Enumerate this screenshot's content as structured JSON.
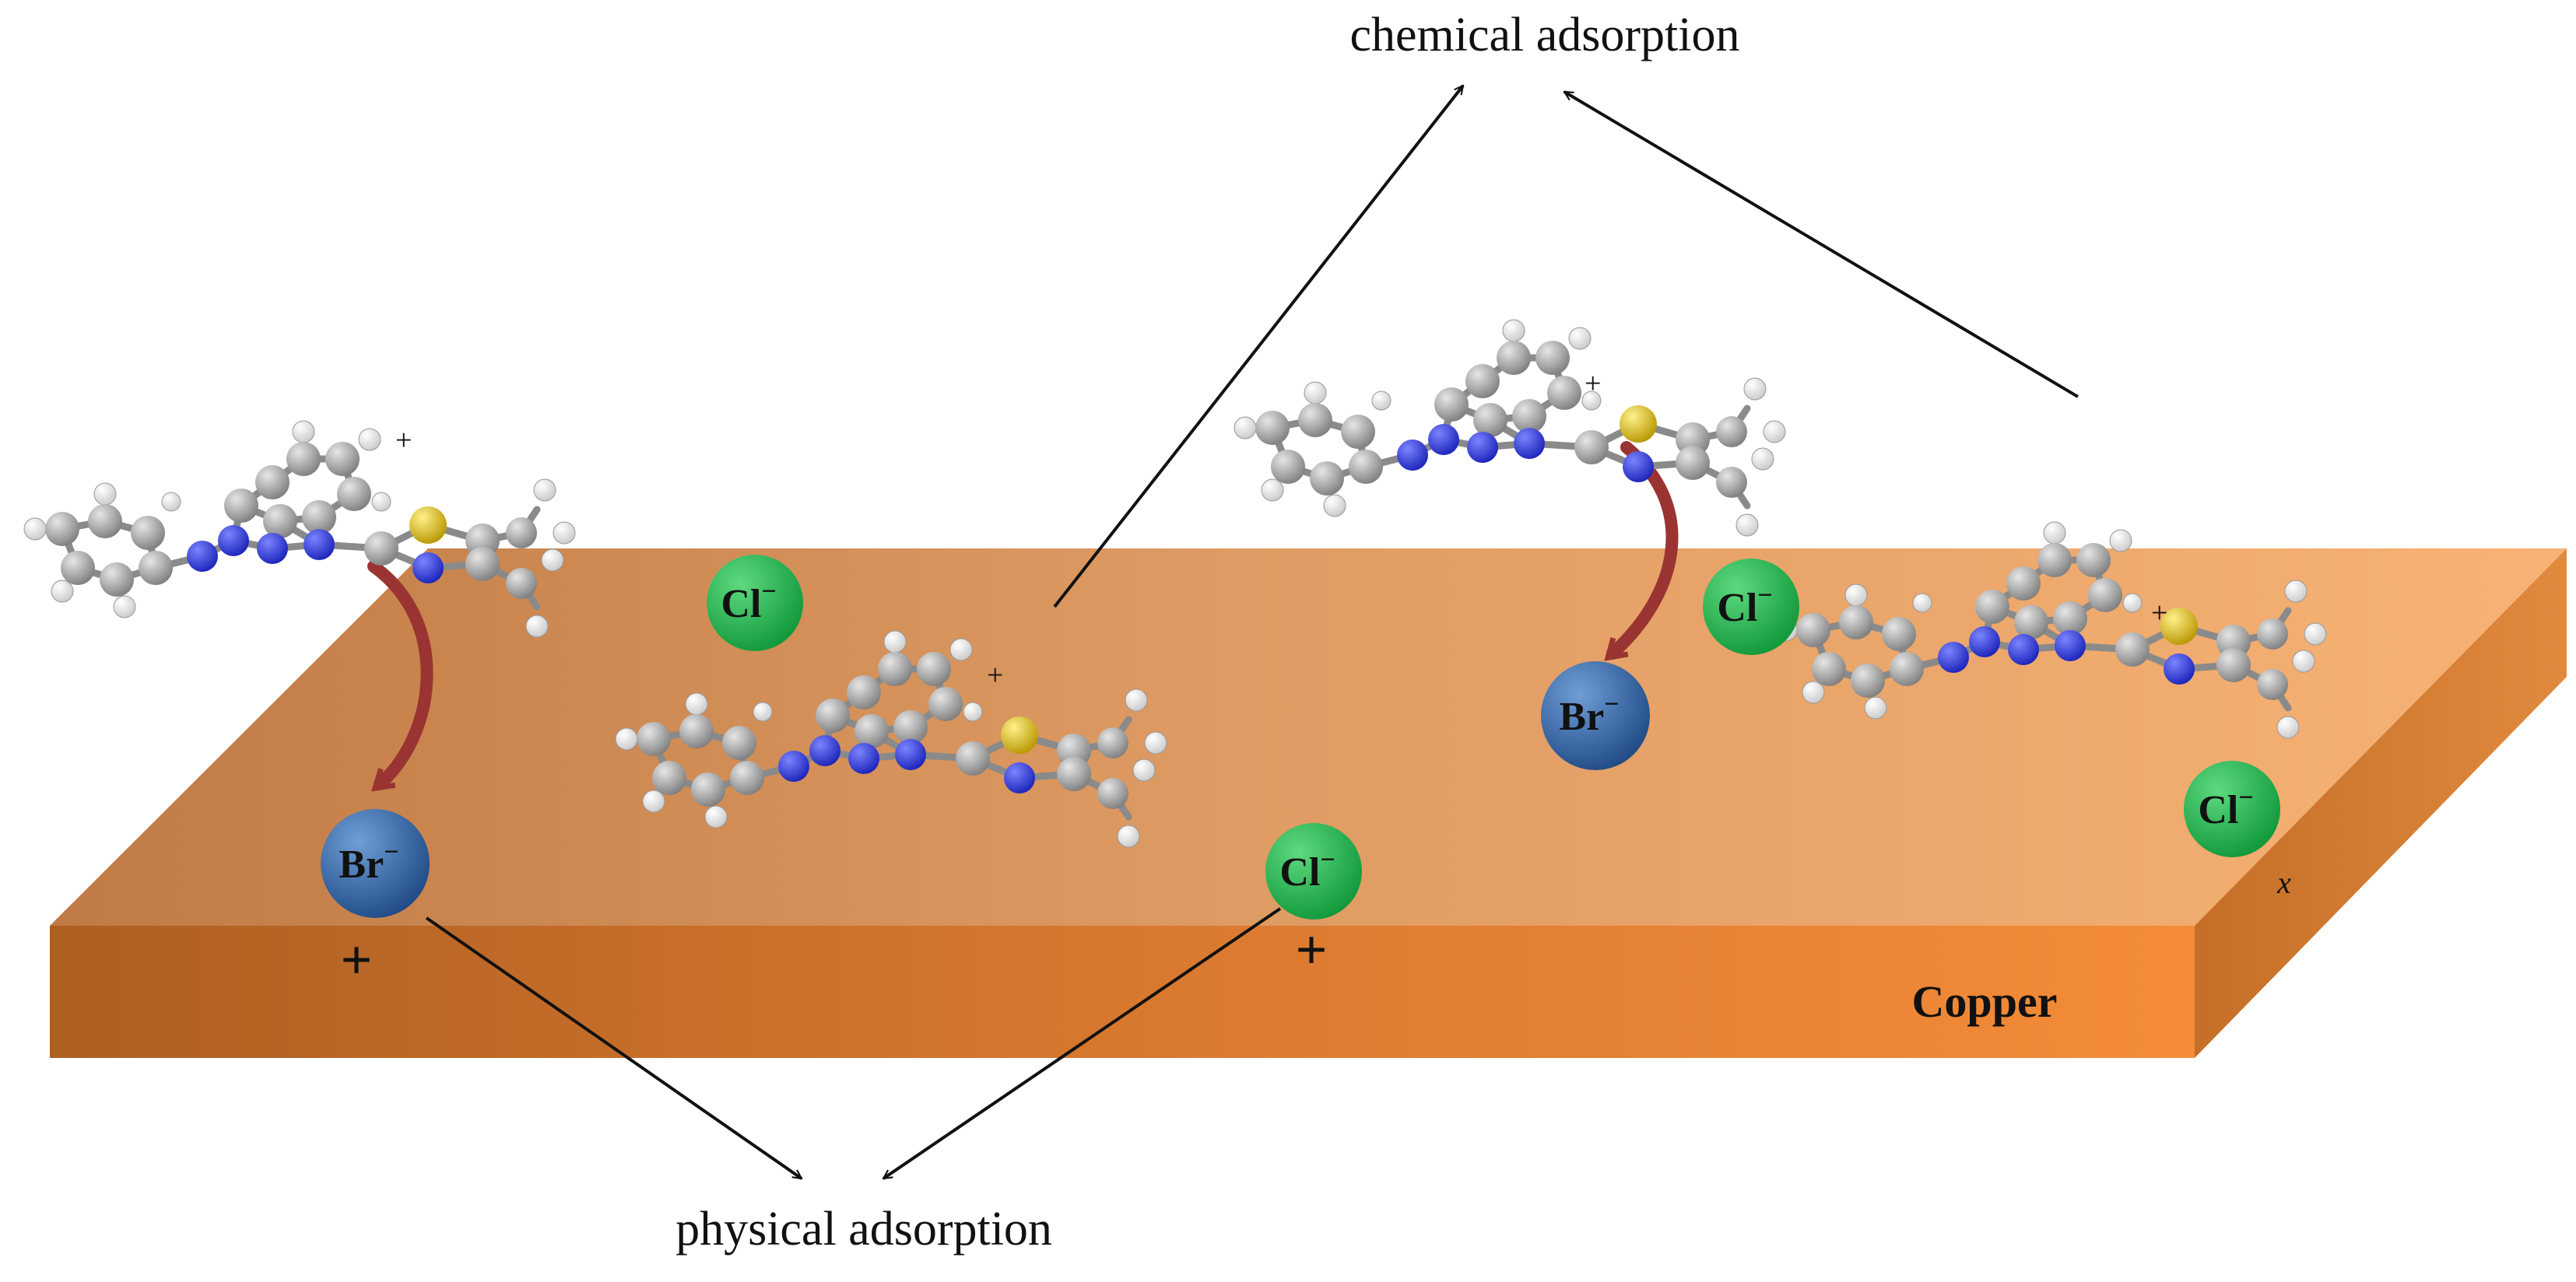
{
  "labels": {
    "top": "chemical adsorption",
    "bottom": "physical adsorption",
    "surface": "Copper",
    "charge_mark": "+",
    "cation_mark": "+",
    "small_mark": "x"
  },
  "ions": {
    "chloride": {
      "symbol": "Cl",
      "charge": "−"
    },
    "bromide": {
      "symbol": "Br",
      "charge": "−"
    }
  },
  "colors": {
    "copper_light": "#f7ad72",
    "copper_mid": "#e98b45",
    "copper_dark": "#b9651f",
    "chloride": "#1fae4c",
    "bromide": "#3b6db0",
    "carbon": "#9a9a9a",
    "nitrogen": "#2a35e0",
    "sulfur": "#e1c21a",
    "hydrogen": "#ffffff",
    "curve_arrow": "#9a3432",
    "ink": "#111111"
  }
}
